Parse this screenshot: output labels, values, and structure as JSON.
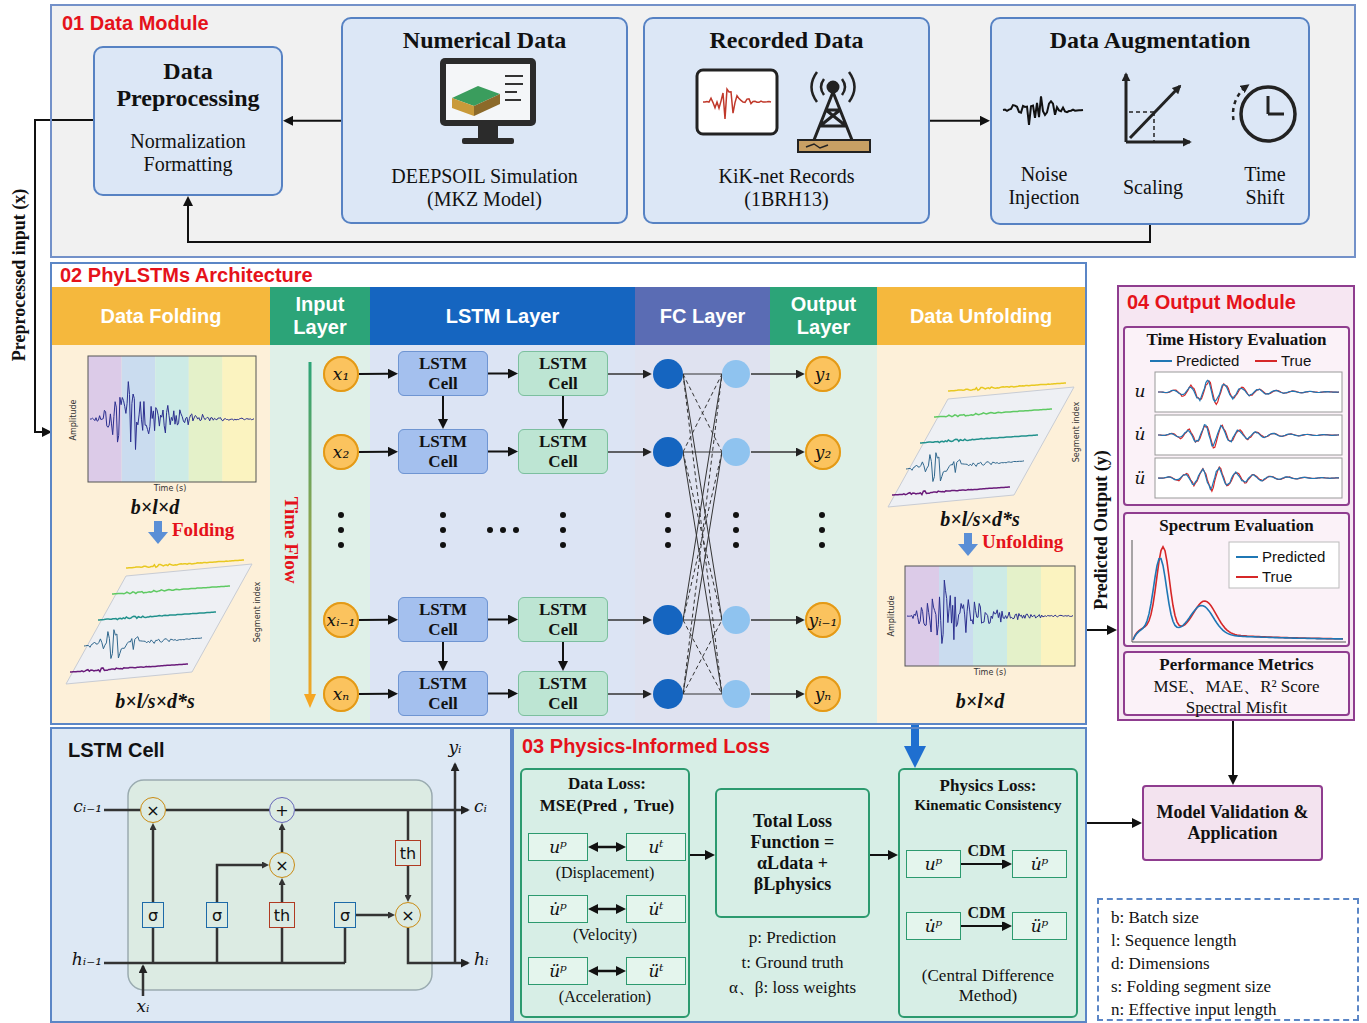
{
  "diagram": {
    "nodes": [
      {
        "text": [
          "01 Data Module"
        ]
      },
      {
        "text": [
          "Data Preprocessing",
          "Normalization Formatting"
        ],
        "in": 0
      },
      {
        "text": [
          "Numerical Data",
          "DEEPSOIL Simulation (MKZ Model)"
        ],
        "in": 0
      },
      {
        "text": [
          "Recorded Data",
          "KiK-net Records (1BRH13)"
        ],
        "in": 0
      },
      {
        "text": [
          "Data Augmentation"
        ],
        "in": 0
      },
      {
        "text": [
          "02 PhyLSTMs Architecture"
        ]
      },
      {
        "text": [
          "Data Folding"
        ],
        "in": 5
      },
      {
        "text": [
          "Input Layer"
        ],
        "in": 5
      },
      {
        "text": [
          "LSTM Layer"
        ],
        "in": 5
      },
      {
        "text": [
          "FC Layer"
        ],
        "in": 5
      },
      {
        "text": [
          "Output Layer"
        ],
        "in": 5
      },
      {
        "text": [
          "Data Unfolding"
        ],
        "in": 5
      },
      {
        "text": [
          "x₁"
        ],
        "in": 7
      },
      {
        "text": [
          "x₂"
        ],
        "in": 7
      },
      {
        "text": [
          "xᵢ₋₁"
        ],
        "in": 7
      },
      {
        "text": [
          "xₙ"
        ],
        "in": 7
      },
      {
        "text": [
          "LSTM Cell"
        ],
        "in": 8
      },
      {
        "text": [
          "LSTM Cell"
        ],
        "in": 8
      },
      {
        "text": [
          "LSTM Cell"
        ],
        "in": 8
      },
      {
        "text": [
          "LSTM Cell"
        ],
        "in": 8
      },
      {
        "text": [
          "LSTM Cell"
        ],
        "in": 8
      },
      {
        "text": [
          "LSTM Cell"
        ],
        "in": 8
      },
      {
        "text": [
          "LSTM Cell"
        ],
        "in": 8
      },
      {
        "text": [
          "LSTM Cell"
        ],
        "in": 8
      },
      {
        "text": [
          "y₁"
        ],
        "in": 10
      },
      {
        "text": [
          "y₂"
        ],
        "in": 10
      },
      {
        "text": [
          "yᵢ₋₁"
        ],
        "in": 10
      },
      {
        "text": [
          "yₙ"
        ],
        "in": 10
      },
      {
        "text": [
          "04 Output Module"
        ]
      },
      {
        "text": [
          "Time History Evaluation"
        ],
        "in": 28
      },
      {
        "text": [
          "Spectrum Evaluation"
        ],
        "in": 28
      },
      {
        "text": [
          "Performance Metrics",
          "MSE、MAE、R² Score Spectral Misfit"
        ],
        "in": 28
      },
      {
        "text": [
          "Model Validation & Application"
        ]
      },
      {
        "text": [
          "LSTM Cell"
        ]
      },
      {
        "text": [
          "×"
        ],
        "in": 33
      },
      {
        "text": [
          "+"
        ],
        "in": 33
      },
      {
        "text": [
          "×"
        ],
        "in": 33
      },
      {
        "text": [
          "th"
        ],
        "in": 33
      },
      {
        "text": [
          "σ"
        ],
        "in": 33
      },
      {
        "text": [
          "σ"
        ],
        "in": 33
      },
      {
        "text": [
          "th"
        ],
        "in": 33
      },
      {
        "text": [
          "σ"
        ],
        "in": 33
      },
      {
        "text": [
          "×"
        ],
        "in": 33
      },
      {
        "text": [
          "03 Physics-Informed Loss"
        ]
      },
      {
        "text": [
          "Data Loss: MSE(Pred，True)"
        ],
        "in": 43
      },
      {
        "text": [
          "uᵖ"
        ],
        "in": 44
      },
      {
        "text": [
          "uᵗ"
        ],
        "in": 44
      },
      {
        "text": [
          "u̇ᵖ"
        ],
        "in": 44
      },
      {
        "text": [
          "u̇ᵗ"
        ],
        "in": 44
      },
      {
        "text": [
          "üᵖ"
        ],
        "in": 44
      },
      {
        "text": [
          "üᵗ"
        ],
        "in": 44
      },
      {
        "text": [
          "Total Loss Function = αLdata + βLphysics"
        ],
        "in": 43
      },
      {
        "text": [
          "Physics Loss:",
          "Kinematic Consistency",
          "(Central Difference Method)"
        ],
        "in": 43
      },
      {
        "text": [
          "uᵖ"
        ],
        "in": 52
      },
      {
        "text": [
          "u̇ᵖ"
        ],
        "in": 52
      },
      {
        "text": [
          "u̇ᵖ"
        ],
        "in": 52
      },
      {
        "text": [
          "üᵖ"
        ],
        "in": 52
      },
      {
        "text": [
          "b: Batch size",
          "l: Sequence length",
          "d: Dimensions",
          "s: Folding segment size",
          "n: Effective input length"
        ]
      }
    ],
    "edges": [
      {
        "from": 2,
        "to": 1,
        "arrow": "to"
      },
      {
        "from": 3,
        "to": 4,
        "arrow": "to"
      },
      {
        "from": 4,
        "to": 1,
        "arrow": "to"
      },
      {
        "from": 1,
        "to": 6,
        "label": "Preprocessed input (x)",
        "arrow": "to"
      },
      {
        "from": 12,
        "to": 16,
        "arrow": "to"
      },
      {
        "from": 16,
        "to": 17,
        "arrow": "to"
      },
      {
        "from": 13,
        "to": 18,
        "arrow": "to"
      },
      {
        "from": 18,
        "to": 19,
        "arrow": "to"
      },
      {
        "from": 14,
        "to": 20,
        "arrow": "to"
      },
      {
        "from": 20,
        "to": 21,
        "arrow": "to"
      },
      {
        "from": 15,
        "to": 22,
        "arrow": "to"
      },
      {
        "from": 22,
        "to": 23,
        "arrow": "to"
      },
      {
        "from": 16,
        "to": 18,
        "arrow": "to"
      },
      {
        "from": 17,
        "to": 19,
        "arrow": "to"
      },
      {
        "from": 20,
        "to": 22,
        "arrow": "to"
      },
      {
        "from": 21,
        "to": 23,
        "arrow": "to"
      },
      {
        "from": 11,
        "to": 28,
        "label": "Predicted Output (y)",
        "arrow": "to"
      },
      {
        "from": 11,
        "to": 52,
        "arrow": "to"
      },
      {
        "from": 28,
        "to": 32,
        "arrow": "to"
      },
      {
        "from": 43,
        "to": 32,
        "arrow": "to"
      },
      {
        "from": 44,
        "to": 51,
        "arrow": "to"
      },
      {
        "from": 51,
        "to": 52,
        "arrow": "to"
      },
      {
        "from": 45,
        "to": 46,
        "arrow": "both"
      },
      {
        "from": 47,
        "to": 48,
        "arrow": "both"
      },
      {
        "from": 49,
        "to": 50,
        "arrow": "both"
      },
      {
        "from": 53,
        "to": 54,
        "label": "CDM",
        "arrow": "to"
      },
      {
        "from": 55,
        "to": 56,
        "label": "CDM",
        "arrow": "to"
      },
      {
        "from": 38,
        "to": 34,
        "arrow": "to"
      },
      {
        "from": 39,
        "to": 36,
        "arrow": "to"
      },
      {
        "from": 40,
        "to": 36,
        "arrow": "to"
      },
      {
        "from": 36,
        "to": 35,
        "arrow": "to"
      },
      {
        "from": 37,
        "to": 42,
        "arrow": "to"
      },
      {
        "from": 41,
        "to": 42,
        "arrow": "to"
      },
      {
        "from": 34,
        "to": 35,
        "arrow": "none"
      }
    ],
    "labels": [
      "Noise Injection",
      "Scaling",
      "Time Shift",
      "Amplitude",
      "Time (s)",
      "b×l×d",
      "Folding",
      "Segment index",
      "b×l/s×d*s",
      "Time Flow",
      "Segment index",
      "b×l/s×d*s",
      "Unfolding",
      "Amplitude",
      "Time (s)",
      "b×l×d",
      "u",
      "u̇",
      "ü",
      "cᵢ₋₁",
      "cᵢ",
      "hᵢ₋₁",
      "hᵢ",
      "xᵢ",
      "yᵢ",
      "(Displacement)",
      "(Velocity)",
      "(Acceleration)",
      "p: Prediction",
      "t: Ground truth",
      "α、β: loss weights"
    ],
    "legend": [
      {
        "text": "Predicted"
      },
      {
        "text": "True"
      },
      {
        "text": "Predicted"
      },
      {
        "text": "True"
      }
    ]
  }
}
